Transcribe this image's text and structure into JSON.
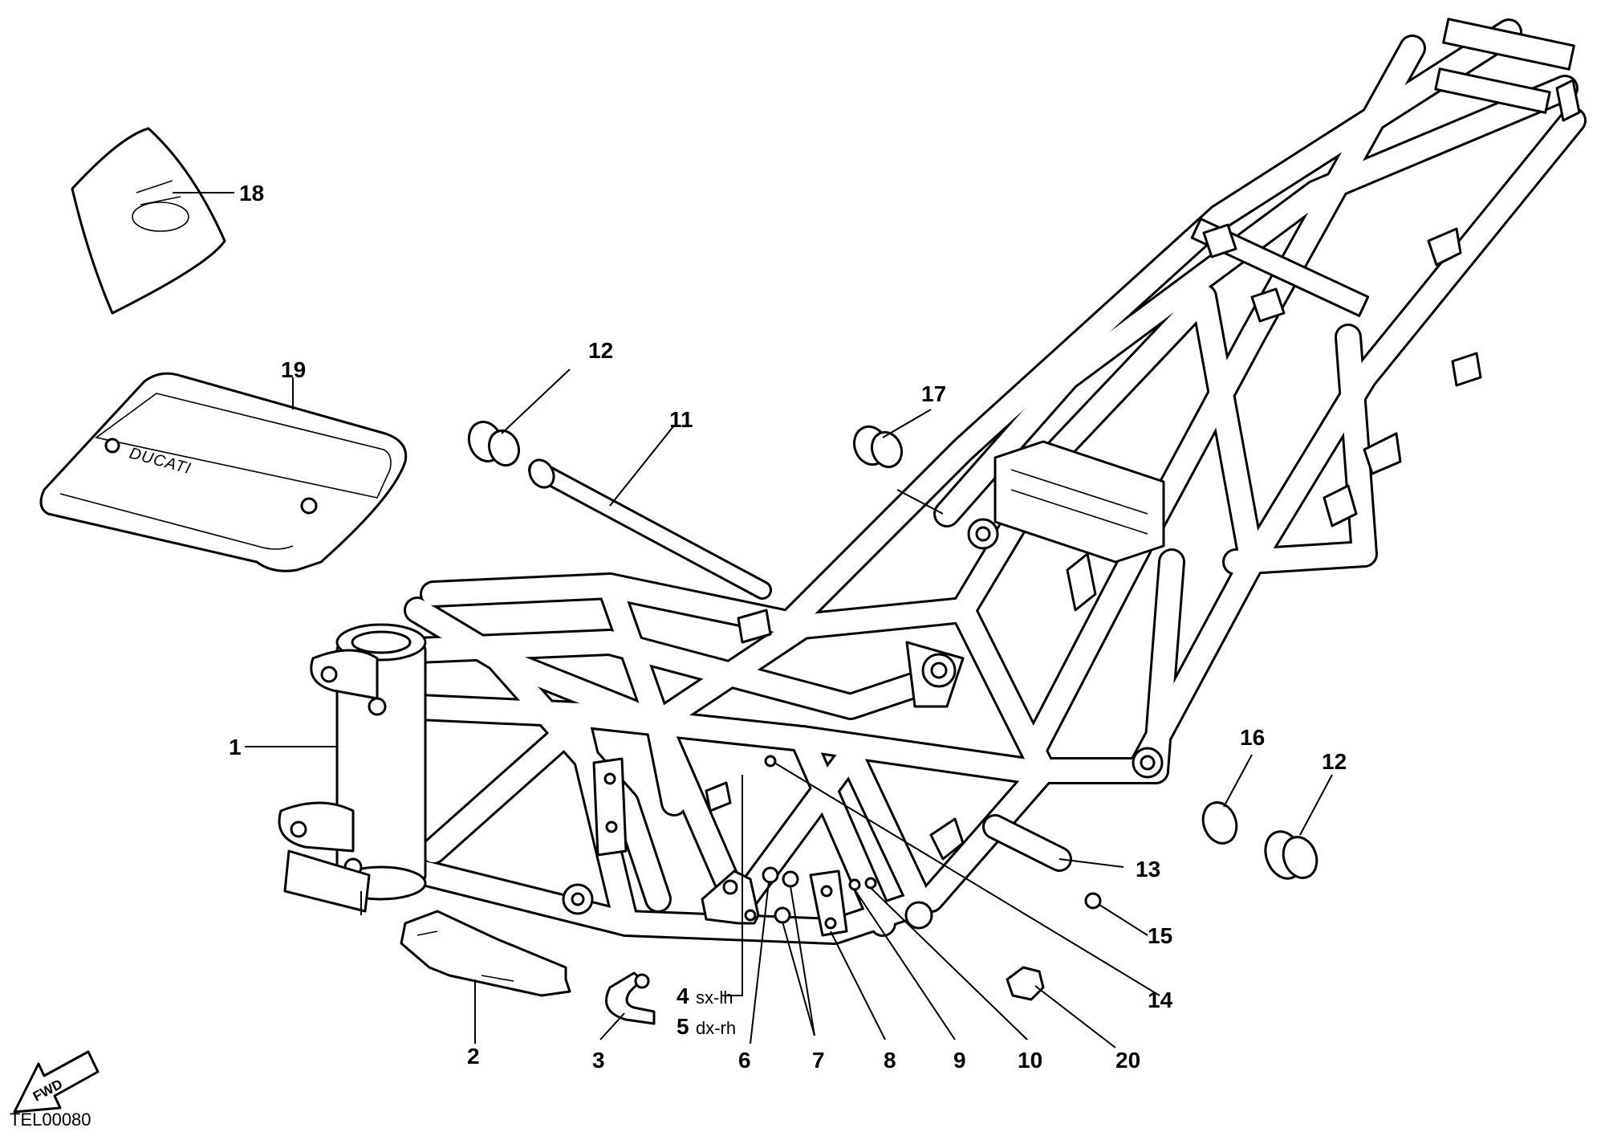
{
  "diagram": {
    "drawing_code": "TEL00080",
    "fwd_label": "FWD",
    "brand_on_bag": "DUCATI",
    "callouts": [
      {
        "id": "1",
        "label": "1"
      },
      {
        "id": "2",
        "label": "2"
      },
      {
        "id": "3",
        "label": "3"
      },
      {
        "id": "4",
        "label": "4",
        "suffix": "sx-lh"
      },
      {
        "id": "5",
        "label": "5",
        "suffix": "dx-rh"
      },
      {
        "id": "6",
        "label": "6"
      },
      {
        "id": "7",
        "label": "7"
      },
      {
        "id": "8",
        "label": "8"
      },
      {
        "id": "9",
        "label": "9"
      },
      {
        "id": "10",
        "label": "10"
      },
      {
        "id": "11",
        "label": "11"
      },
      {
        "id": "12a",
        "label": "12"
      },
      {
        "id": "12b",
        "label": "12"
      },
      {
        "id": "13",
        "label": "13"
      },
      {
        "id": "14",
        "label": "14"
      },
      {
        "id": "15",
        "label": "15"
      },
      {
        "id": "16",
        "label": "16"
      },
      {
        "id": "17",
        "label": "17"
      },
      {
        "id": "18",
        "label": "18"
      },
      {
        "id": "19",
        "label": "19"
      },
      {
        "id": "20",
        "label": "20"
      }
    ]
  }
}
